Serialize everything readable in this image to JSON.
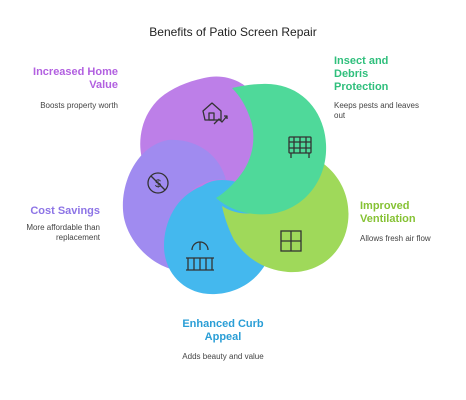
{
  "title": "Benefits of Patio Screen Repair",
  "benefits": [
    {
      "label": "Increased Home Value",
      "description": "Boosts property worth",
      "color": "#b77ee6",
      "icon": "house-value-icon"
    },
    {
      "label": "Insect and Debris Protection",
      "description": "Keeps pests and leaves out",
      "color": "#4cd999",
      "icon": "screen-net-icon"
    },
    {
      "label": "Improved Ventilation",
      "description": "Allows fresh air flow",
      "color": "#9ed957",
      "icon": "window-icon"
    },
    {
      "label": "Enhanced Curb Appeal",
      "description": "Adds beauty and value",
      "color": "#3fb5ea",
      "icon": "porch-icon"
    },
    {
      "label": "Cost Savings",
      "description": "More affordable than replacement",
      "color": "#9a88ee",
      "icon": "dollar-icon"
    }
  ]
}
